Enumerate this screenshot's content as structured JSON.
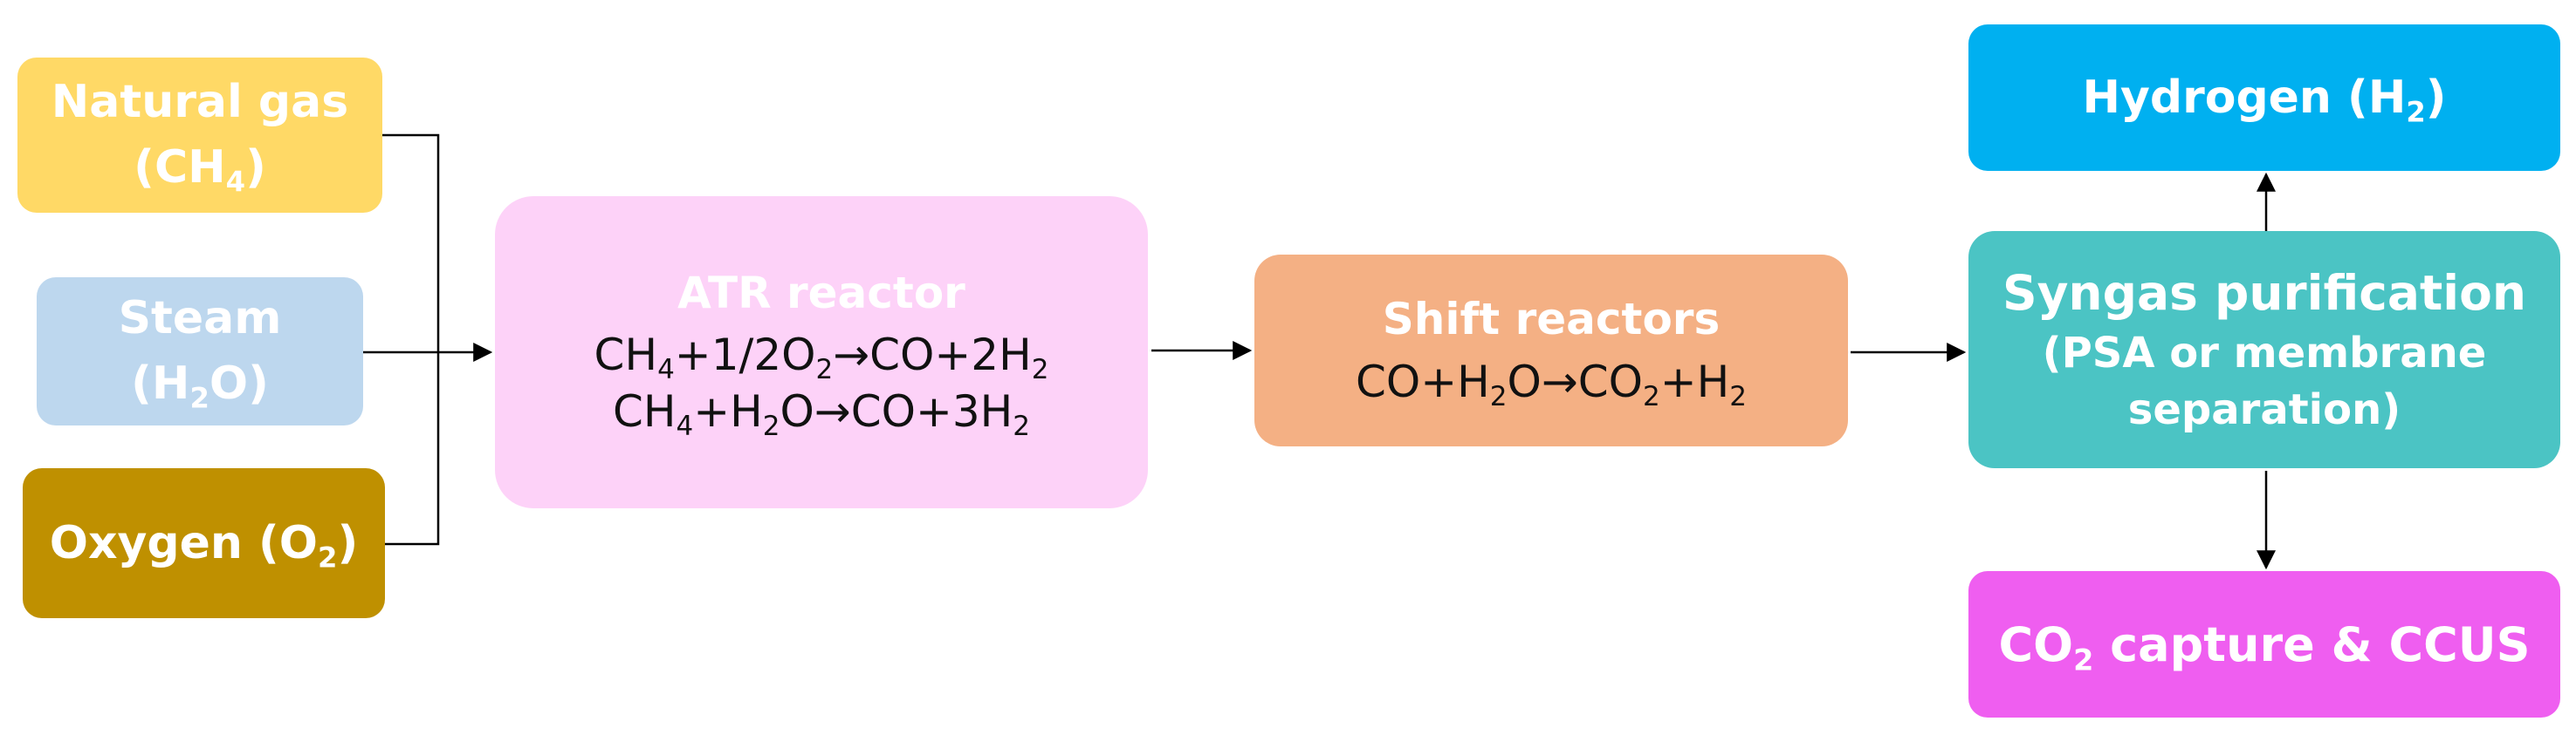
{
  "inputs": {
    "natural_gas": {
      "line1": "Natural gas",
      "line2": "(CH",
      "sub": "4",
      "close": ")"
    },
    "steam": {
      "line1": "Steam",
      "pre": "(H",
      "sub": "2",
      "post": "O)"
    },
    "oxygen": {
      "pre": "Oxygen (O",
      "sub": "2",
      "post": ")"
    }
  },
  "atr": {
    "title": "ATR reactor",
    "eq1": {
      "a": "CH",
      "a_sub": "4",
      "b": "+1/2O",
      "b_sub": "2",
      "c": "→CO+2H",
      "c_sub": "2"
    },
    "eq2": {
      "a": "CH",
      "a_sub": "4",
      "b": "+H",
      "b_sub": "2",
      "c": "O→CO+3H",
      "c_sub": "2"
    }
  },
  "shift": {
    "title": "Shift reactors",
    "eq": {
      "a": "CO+H",
      "a_sub": "2",
      "b": "O→CO",
      "b_sub": "2",
      "c": "+H",
      "c_sub": "2"
    }
  },
  "hydrogen": {
    "pre": "Hydrogen (H",
    "sub": "2",
    "post": ")"
  },
  "purification": {
    "title": "Syngas purification",
    "line2": "(PSA or membrane",
    "line3": "separation)"
  },
  "co2": {
    "pre": "CO",
    "sub": "2",
    "post": " capture & CCUS"
  },
  "colors": {
    "natural_gas": "#ffd966",
    "steam": "#bdd7ee",
    "oxygen": "#bf9000",
    "atr": "#fdd2f8",
    "shift": "#f4b084",
    "hydrogen": "#00b0f0",
    "purification": "#4bc4c4",
    "co2": "#ef5ef0",
    "connector": "#000000"
  }
}
